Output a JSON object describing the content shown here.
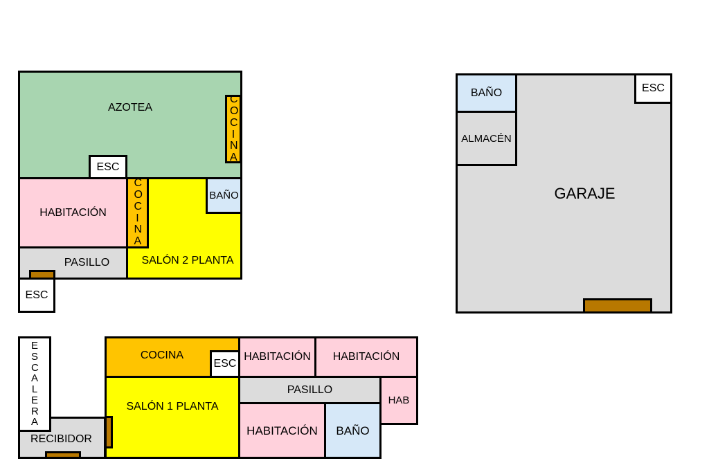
{
  "plan_2": {
    "azotea": "AZOTEA",
    "cocina_azotea": "COCINA",
    "esc_azotea": "ESC",
    "habitacion": "HABITACIÓN",
    "cocina": "COCINA",
    "bano": "BAÑO",
    "salon": "SALÓN 2 PLANTA",
    "pasillo": "PASILLO",
    "esc": "ESC"
  },
  "garage": {
    "garaje": "GARAJE",
    "bano": "BAÑO",
    "almacen": "ALMACÉN",
    "esc": "ESC"
  },
  "plan_1": {
    "escalera": "ESCALERA",
    "recibidor": "RECIBIDOR",
    "cocina": "COCINA",
    "esc": "ESC",
    "salon": "SALÓN 1 PLANTA",
    "habitacion_1": "HABITACIÓN",
    "habitacion_2": "HABITACIÓN",
    "pasillo": "PASILLO",
    "hab": "HAB",
    "habitacion_3": "HABITACIÓN",
    "bano": "BAÑO"
  },
  "colors": {
    "terrace": "#a8d5b0",
    "bedroom": "#ffd1dc",
    "living": "#ffff00",
    "kitchen": "#ffc400",
    "bath": "#d6e8f8",
    "hall": "#dcdcdc",
    "door": "#b87800"
  }
}
